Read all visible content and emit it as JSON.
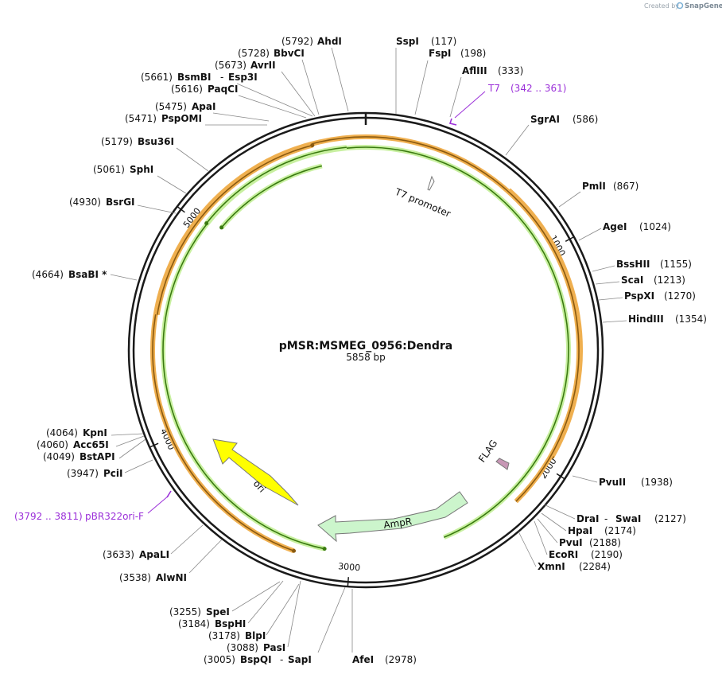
{
  "credit": {
    "created_by": "Created by",
    "brand": "SnapGene"
  },
  "plasmid": {
    "name": "pMSR:MSMEG_0956:Dendra",
    "size": "5858 bp",
    "length": 5858
  },
  "ticks": [
    {
      "pos": 1000,
      "label": "1000"
    },
    {
      "pos": 2000,
      "label": "2000"
    },
    {
      "pos": 3000,
      "label": "3000"
    },
    {
      "pos": 4000,
      "label": "4000"
    },
    {
      "pos": 5000,
      "label": "5000"
    }
  ],
  "features": [
    {
      "name": "T7 promoter",
      "label": "T7 promoter",
      "start": 342,
      "end": 361,
      "color": "#ffffff"
    },
    {
      "name": "FLAG",
      "label": "FLAG",
      "start": 1880,
      "end": 1904,
      "color": "#c797b5"
    },
    {
      "name": "AmpR",
      "label": "AmpR",
      "start": 2470,
      "end": 3100,
      "color": "#ccf5cc"
    },
    {
      "name": "ori",
      "label": "ori",
      "start": 3280,
      "end": 3880,
      "color": "#ffff00"
    }
  ],
  "primers": [
    {
      "name": "T7",
      "range": "(342 .. 361)"
    },
    {
      "name": "pBR322ori-F",
      "range": "(3792 .. 3811)"
    }
  ],
  "sites_right": [
    {
      "name": "SspI",
      "pos": "(117)"
    },
    {
      "name": "FspI",
      "pos": "(198)"
    },
    {
      "name": "AflIII",
      "pos": "(333)"
    },
    {
      "name": "SgrAI",
      "pos": "(586)"
    },
    {
      "name": "PmlI",
      "pos": "(867)"
    },
    {
      "name": "AgeI",
      "pos": "(1024)"
    },
    {
      "name": "BssHII",
      "pos": "(1155)"
    },
    {
      "name": "ScaI",
      "pos": "(1213)"
    },
    {
      "name": "PspXI",
      "pos": "(1270)"
    },
    {
      "name": "HindIII",
      "pos": "(1354)"
    },
    {
      "name": "PvuII",
      "pos": "(1938)"
    },
    {
      "name": "DraI",
      "name2": "SwaI",
      "pos": "(2127)"
    },
    {
      "name": "HpaI",
      "pos": "(2174)"
    },
    {
      "name": "PvuI",
      "pos": "(2188)"
    },
    {
      "name": "EcoRI",
      "pos": "(2190)"
    },
    {
      "name": "XmnI",
      "pos": "(2284)"
    },
    {
      "name": "AfeI",
      "pos": "(2978)"
    }
  ],
  "sites_left": [
    {
      "name": "AhdI",
      "pos": "(5792)"
    },
    {
      "name": "BbvCI",
      "pos": "(5728)"
    },
    {
      "name": "AvrII",
      "pos": "(5673)"
    },
    {
      "name": "BsmBI",
      "name2": "Esp3I",
      "pos": "(5661)"
    },
    {
      "name": "PaqCI",
      "pos": "(5616)"
    },
    {
      "name": "ApaI",
      "pos": "(5475)"
    },
    {
      "name": "PspOMI",
      "pos": "(5471)"
    },
    {
      "name": "Bsu36I",
      "pos": "(5179)"
    },
    {
      "name": "SphI",
      "pos": "(5061)"
    },
    {
      "name": "BsrGI",
      "pos": "(4930)"
    },
    {
      "name": "BsaBI *",
      "pos": "(4664)"
    },
    {
      "name": "KpnI",
      "pos": "(4064)"
    },
    {
      "name": "Acc65I",
      "pos": "(4060)"
    },
    {
      "name": "BstAPI",
      "pos": "(4049)"
    },
    {
      "name": "PciI",
      "pos": "(3947)"
    },
    {
      "name": "ApaLI",
      "pos": "(3633)"
    },
    {
      "name": "AlwNI",
      "pos": "(3538)"
    },
    {
      "name": "SpeI",
      "pos": "(3255)"
    },
    {
      "name": "BspHI",
      "pos": "(3184)"
    },
    {
      "name": "BlpI",
      "pos": "(3178)"
    },
    {
      "name": "PasI",
      "pos": "(3088)"
    },
    {
      "name": "BspQI",
      "name2": "SapI",
      "pos": "(3005)"
    }
  ],
  "colors": {
    "backbone": "#1a1a1a",
    "orf": "#f0b050",
    "orf_inner": "#8a5a10",
    "green_arrow": "#c8f0a0",
    "green_inner": "#3a7a10",
    "primer": "#9b30d9"
  }
}
